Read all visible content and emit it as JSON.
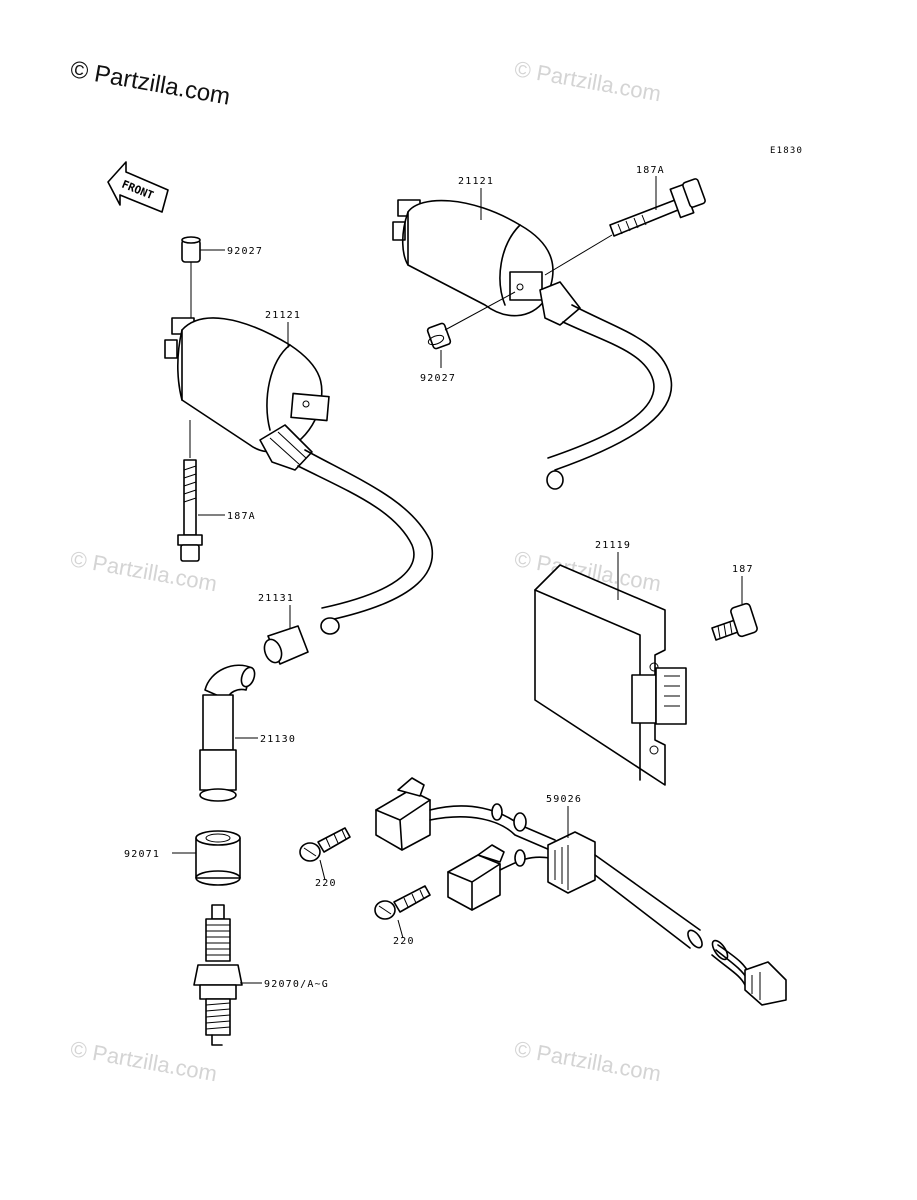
{
  "watermark": {
    "main": "© Partzilla.com",
    "faint": "© Partzilla.com"
  },
  "diagram_code": "E1830",
  "front_label": "FRONT",
  "labels": {
    "p92027_top": "92027",
    "p21121_left": "21121",
    "p187A_left": "187A",
    "p21131": "21131",
    "p21130": "21130",
    "p92071": "92071",
    "p92070": "92070/A~G",
    "p21121_right": "21121",
    "p187A_right": "187A",
    "p92027_right": "92027",
    "p21119": "21119",
    "p187": "187",
    "p59026": "59026",
    "p220_a": "220",
    "p220_b": "220"
  }
}
